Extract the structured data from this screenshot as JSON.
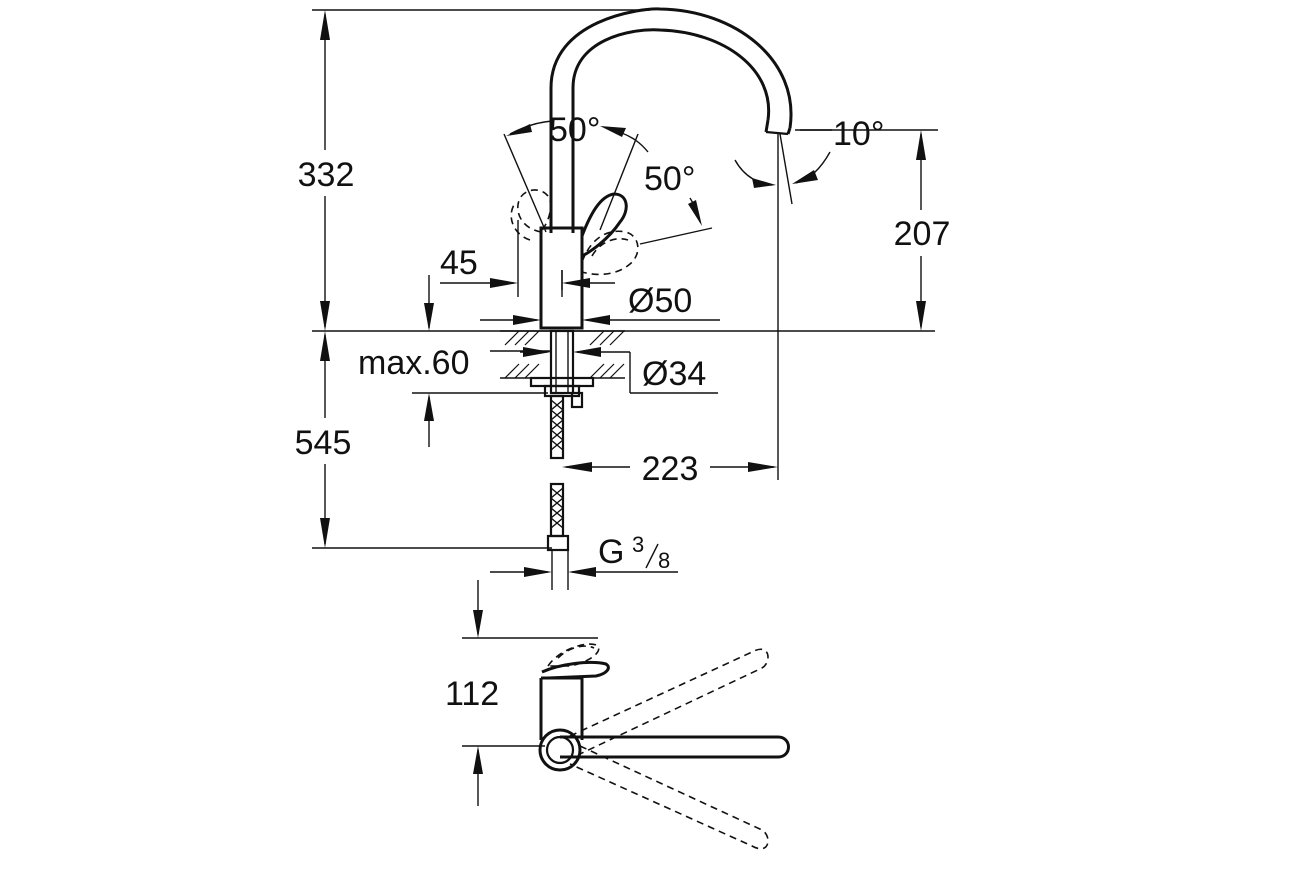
{
  "diagram": {
    "dimensions": {
      "overall_height": "332",
      "below_deck": "545",
      "spout_outlet_height": "207",
      "spout_reach": "223",
      "lever_offset": "45",
      "body_diameter": "Ø50",
      "shank_diameter": "Ø34",
      "max_deck": "max.60",
      "lever_angle_left": "50°",
      "lever_angle_right": "50°",
      "spout_tilt": "10°",
      "connection_thread": "G",
      "connection_size_num": "3",
      "connection_size_den": "8",
      "plan_depth": "112"
    },
    "colors": {
      "line": "#111111",
      "background": "#ffffff"
    }
  }
}
